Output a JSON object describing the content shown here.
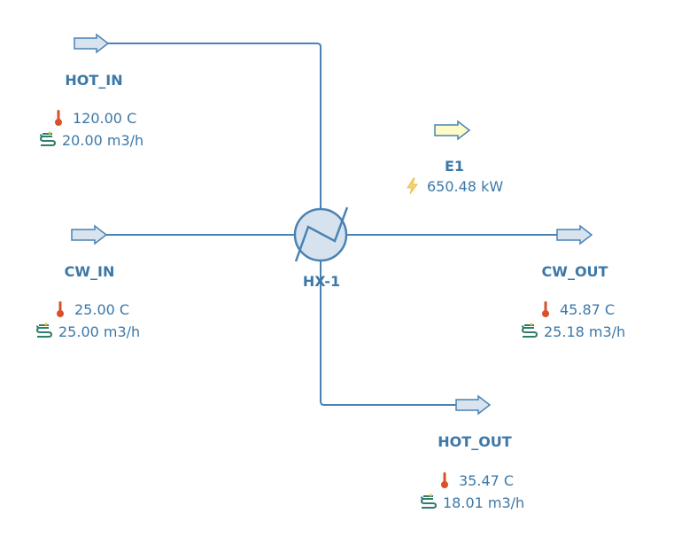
{
  "colors": {
    "line": "#4a82b4",
    "label": "#3c78a8",
    "stream_fill": "#d7e4f0",
    "energy_fill": "#fdfbc8",
    "hx_fill": "#d6e3ef",
    "thermometer": "#d9502b",
    "flow_icon": "#2e7d6a",
    "bolt": "#f2c94c"
  },
  "unit": {
    "name": "HX-1",
    "icon": "heat-exchanger-icon"
  },
  "energy": {
    "name": "E1",
    "value": "650.48 kW",
    "icon": "lightning-bolt-icon"
  },
  "streams": [
    {
      "id": "hot_in",
      "name": "HOT_IN",
      "temperature": "120.00 C",
      "flow": "20.00 m3/h"
    },
    {
      "id": "cw_in",
      "name": "CW_IN",
      "temperature": "25.00 C",
      "flow": "25.00 m3/h"
    },
    {
      "id": "cw_out",
      "name": "CW_OUT",
      "temperature": "45.87 C",
      "flow": "25.18 m3/h"
    },
    {
      "id": "hot_out",
      "name": "HOT_OUT",
      "temperature": "35.47 C",
      "flow": "18.01 m3/h"
    }
  ]
}
